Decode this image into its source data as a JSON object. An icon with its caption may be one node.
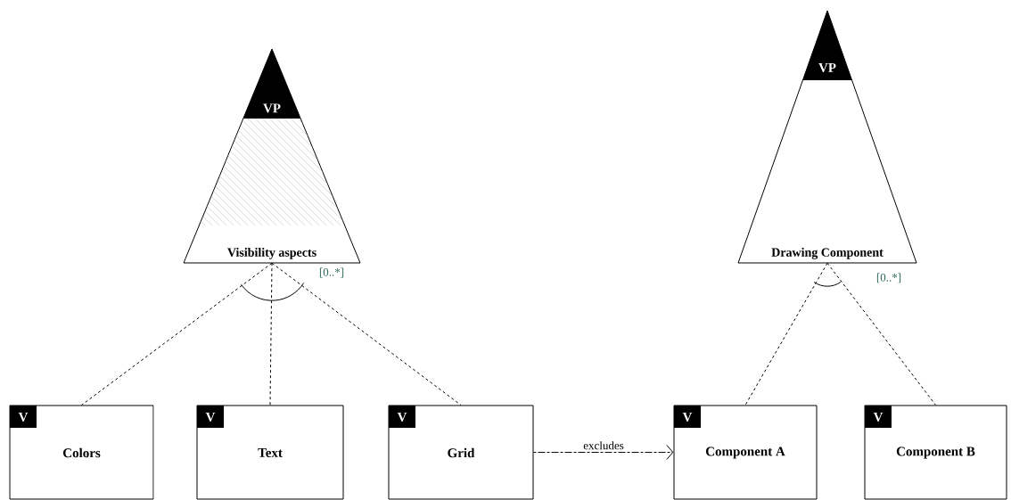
{
  "diagram": {
    "nodes": [
      {
        "text": [
          "VP",
          "Visibility aspects"
        ]
      },
      {
        "text": [
          "VP",
          "Drawing Component"
        ]
      },
      {
        "text": [
          "V",
          "Colors"
        ]
      },
      {
        "text": [
          "V",
          "Text"
        ]
      },
      {
        "text": [
          "V",
          "Grid"
        ]
      },
      {
        "text": [
          "V",
          "Component A"
        ]
      },
      {
        "text": [
          "V",
          "Component B"
        ]
      }
    ],
    "edges": [
      {
        "from": 0,
        "to": 2,
        "arrow": "none",
        "style": "dashed"
      },
      {
        "from": 0,
        "to": 3,
        "arrow": "none",
        "style": "dashed"
      },
      {
        "from": 0,
        "to": 4,
        "arrow": "none",
        "style": "dashed"
      },
      {
        "from": 1,
        "to": 5,
        "arrow": "none",
        "style": "dashed"
      },
      {
        "from": 1,
        "to": 6,
        "arrow": "none",
        "style": "dashed"
      },
      {
        "from": 4,
        "to": 5,
        "arrow": "to",
        "style": "dashed",
        "label": "excludes"
      }
    ],
    "labels": [
      "[0..*]",
      "[0..*]"
    ]
  }
}
